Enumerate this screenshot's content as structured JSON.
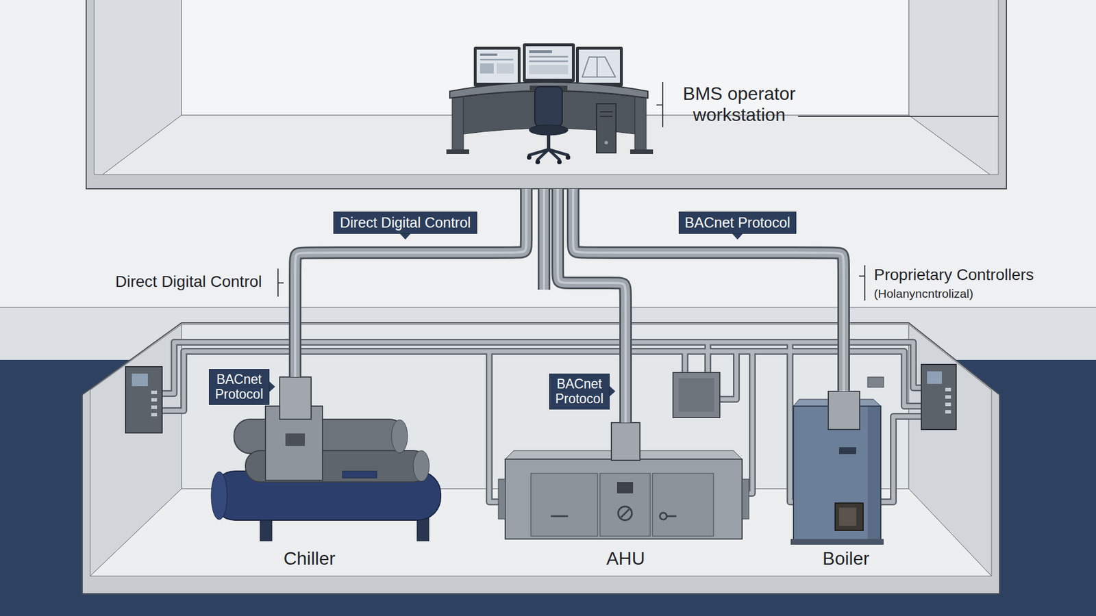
{
  "diagram": {
    "nodes": [
      {
        "text": [
          "BMS operator workstation"
        ]
      },
      {
        "text": [
          "Chiller"
        ]
      },
      {
        "text": [
          "AHU"
        ]
      },
      {
        "text": [
          "Boiler"
        ]
      }
    ],
    "edges": [
      {
        "from": 0,
        "to": 1,
        "arrow": "none",
        "label": "Direct Digital Control"
      },
      {
        "from": 0,
        "to": 2,
        "arrow": "none"
      },
      {
        "from": 0,
        "to": 3,
        "arrow": "none",
        "label": "BACnet Protocol"
      }
    ],
    "labels": [
      "Direct Digital Control",
      "Proprietary Controllers",
      "(Holanyncntrolizal)",
      "BACnet Protocol",
      "BACnet Protocol"
    ]
  }
}
